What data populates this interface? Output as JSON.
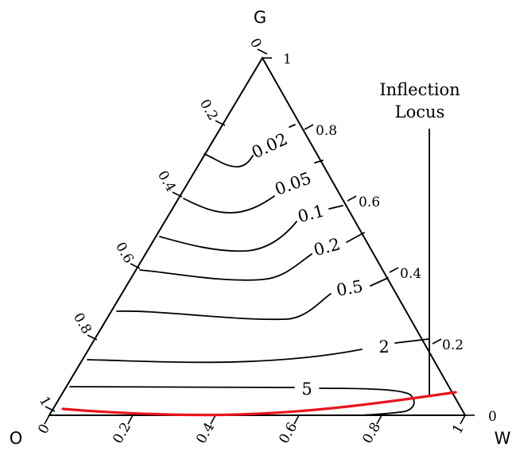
{
  "vertices": {
    "top": "G",
    "left": "O",
    "right": "W"
  },
  "ticks": {
    "left_edge": [
      "0",
      "0.2",
      "0.4",
      "0.6",
      "0.8",
      "1"
    ],
    "right_edge": [
      "1",
      "0.8",
      "0.6",
      "0.4",
      "0.2",
      "0"
    ],
    "bottom_edge": [
      "0",
      "0.2",
      "0.4",
      "0.6",
      "0.8",
      "1"
    ]
  },
  "contours": [
    {
      "label": "0.02"
    },
    {
      "label": "0.05"
    },
    {
      "label": "0.1"
    },
    {
      "label": "0.2"
    },
    {
      "label": "0.5"
    },
    {
      "label": "2"
    },
    {
      "label": "5"
    }
  ],
  "annotation": {
    "line1": "Inflection",
    "line2": "Locus"
  },
  "colors": {
    "stroke": "#000000",
    "locus": "#e8141c"
  }
}
